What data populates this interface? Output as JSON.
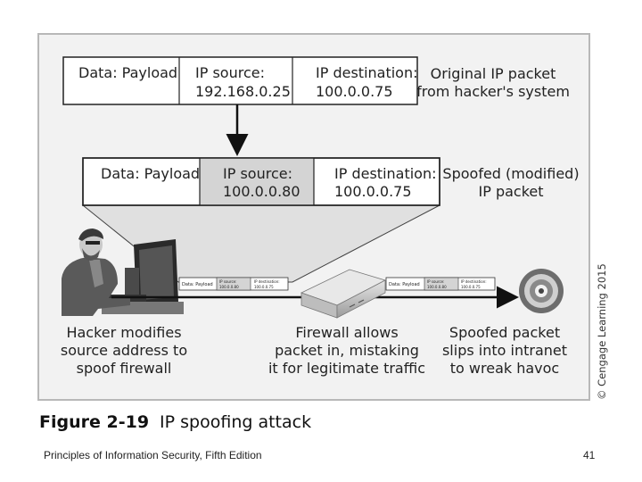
{
  "original_packet": {
    "payload": "Data: Payload",
    "source_label": "IP source:",
    "source_value": "192.168.0.25",
    "dest_label": "IP destination:",
    "dest_value": "100.0.0.75",
    "caption_line1": "Original IP packet",
    "caption_line2": "from hacker's system"
  },
  "spoofed_packet": {
    "payload": "Data: Payload",
    "source_label": "IP source:",
    "source_value": "100.0.0.80",
    "dest_label": "IP destination:",
    "dest_value": "100.0.0.75",
    "caption_line1": "Spoofed (modified)",
    "caption_line2": "IP packet"
  },
  "mini_packet": {
    "payload": "Data: Payload",
    "source_label": "IP source:",
    "source_value": "100.0.0.80",
    "dest_label": "IP destination:",
    "dest_value": "100.0.0.75"
  },
  "captions": {
    "hacker": [
      "Hacker modifies",
      "source address to",
      "spoof firewall"
    ],
    "firewall": [
      "Firewall allows",
      "packet in, mistaking",
      "it for legitimate traffic"
    ],
    "target": [
      "Spoofed packet",
      "slips into intranet",
      "to wreak havoc"
    ]
  },
  "copyright": "© Cengage Learning 2015",
  "figure": {
    "number": "Figure 2-19",
    "title": "IP spoofing attack"
  },
  "footer": {
    "book": "Principles of Information Security, Fifth Edition",
    "page": "41"
  },
  "colors": {
    "panel": "#f2f2f2",
    "highlight": "#d4d4d4",
    "border": "#222222"
  },
  "icons": [
    "hacker-at-computer-icon",
    "firewall-appliance-icon",
    "target-bullseye-icon"
  ]
}
